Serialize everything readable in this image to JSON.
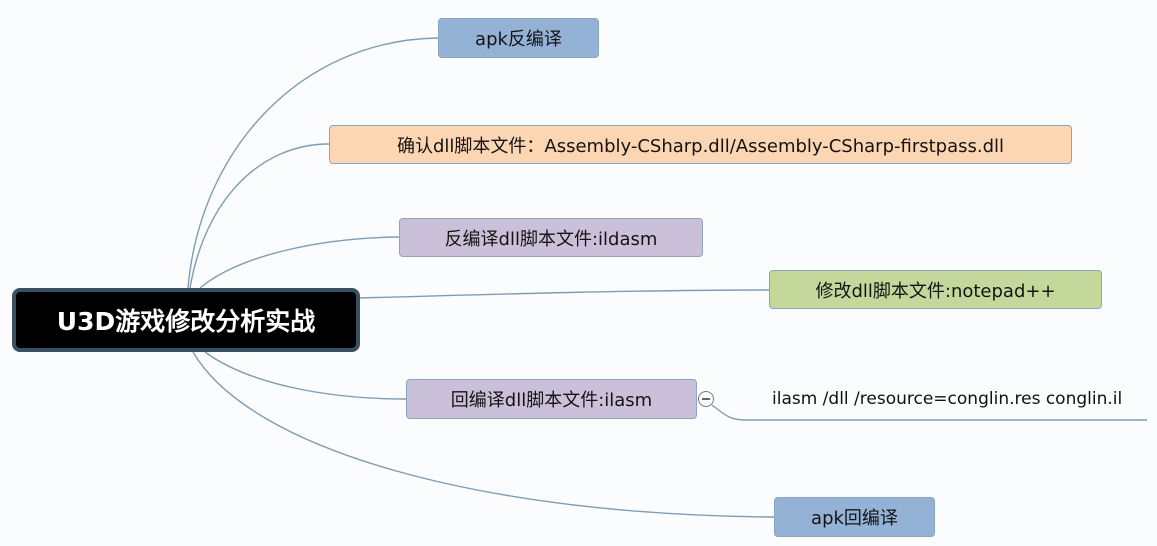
{
  "root": {
    "label": "U3D游戏修改分析实战"
  },
  "branches": [
    {
      "label": "apk反编译",
      "color": "#94b1d6"
    },
    {
      "label": "确认dll脚本文件：Assembly-CSharp.dll/Assembly-CSharp-firstpass.dll",
      "color": "#fcd5b3"
    },
    {
      "label": "反编译dll脚本文件:ildasm",
      "color": "#cbc0d9"
    },
    {
      "label": "修改dll脚本文件:notepad++",
      "color": "#c4d89b"
    },
    {
      "label": "回编译dll脚本文件:ilasm",
      "color": "#cbc0d9",
      "children": [
        {
          "label": "ilasm /dll /resource=conglin.res conglin.il"
        }
      ],
      "collapse_icon": "minus-circle-icon"
    },
    {
      "label": "apk回编译",
      "color": "#94b1d6"
    }
  ],
  "link_color": "#7d9db3"
}
